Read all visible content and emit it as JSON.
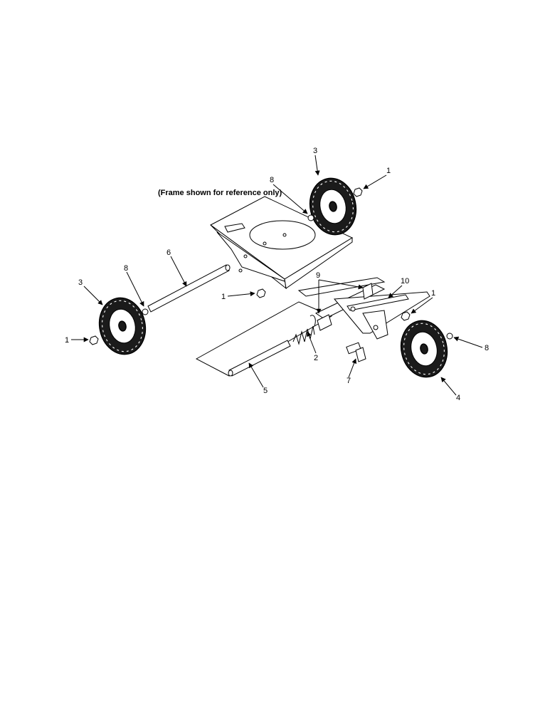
{
  "note": "(Frame shown for reference only)",
  "callouts": {
    "c1_top": "1",
    "c1_left": "1",
    "c1_mid": "1",
    "c1_right": "1",
    "c2": "2",
    "c3_top": "3",
    "c3_left": "3",
    "c4": "4",
    "c5": "5",
    "c6": "6",
    "c7": "7",
    "c8_top": "8",
    "c8_left": "8",
    "c8_right": "8",
    "c9": "9",
    "c10": "10"
  }
}
